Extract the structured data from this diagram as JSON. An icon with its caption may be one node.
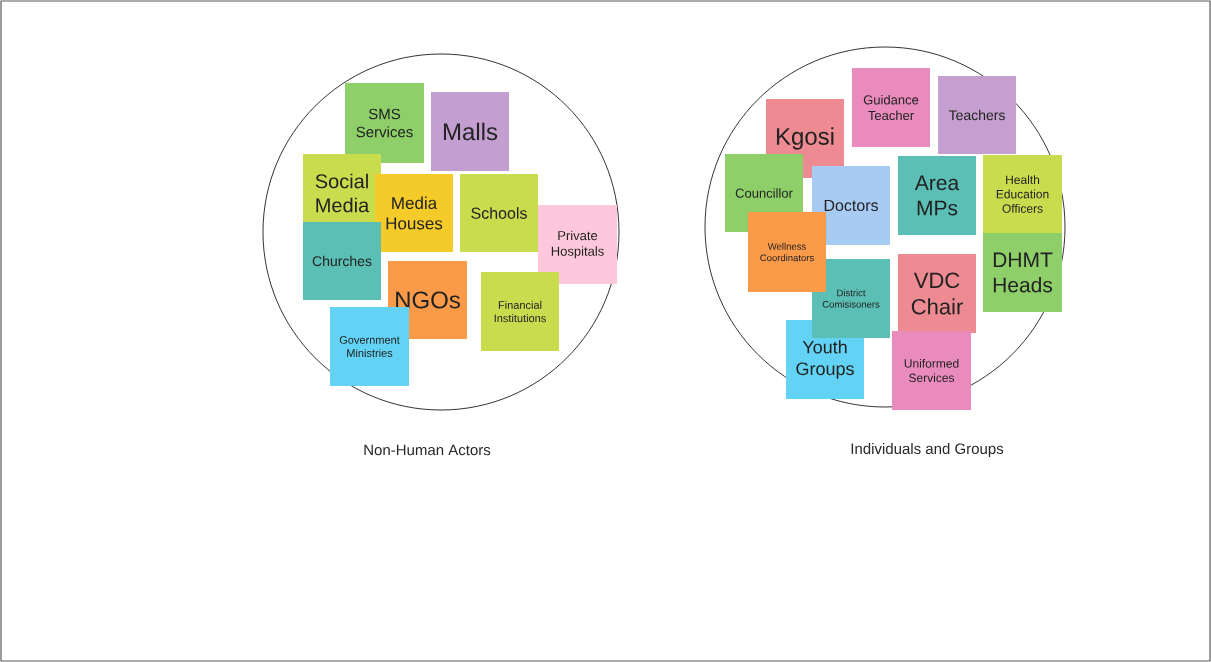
{
  "diagram": {
    "nodes": [
      {
        "text": [
          "Non-Human Actors"
        ]
      },
      {
        "text": [
          "SMS Services"
        ],
        "in": 0
      },
      {
        "text": [
          "Malls"
        ],
        "in": 0
      },
      {
        "text": [
          "Social Media"
        ],
        "in": 0
      },
      {
        "text": [
          "Media Houses"
        ],
        "in": 0
      },
      {
        "text": [
          "Schools"
        ],
        "in": 0
      },
      {
        "text": [
          "Private Hospitals"
        ],
        "in": 0
      },
      {
        "text": [
          "Churches"
        ],
        "in": 0
      },
      {
        "text": [
          "NGOs"
        ],
        "in": 0
      },
      {
        "text": [
          "Financial Institutions"
        ],
        "in": 0
      },
      {
        "text": [
          "Government Ministries"
        ],
        "in": 0
      },
      {
        "text": [
          "Individuals and Groups"
        ]
      },
      {
        "text": [
          "Guidance Teacher"
        ],
        "in": 11
      },
      {
        "text": [
          "Teachers"
        ],
        "in": 11
      },
      {
        "text": [
          "Kgosi"
        ],
        "in": 11
      },
      {
        "text": [
          "Councillor"
        ],
        "in": 11
      },
      {
        "text": [
          "Doctors"
        ],
        "in": 11
      },
      {
        "text": [
          "Area MPs"
        ],
        "in": 11
      },
      {
        "text": [
          "Health Education Officers"
        ],
        "in": 11
      },
      {
        "text": [
          "Wellness Coordinators"
        ],
        "in": 11
      },
      {
        "text": [
          "DHMT Heads"
        ],
        "in": 11
      },
      {
        "text": [
          "District Comisisoners"
        ],
        "in": 11
      },
      {
        "text": [
          "VDC Chair"
        ],
        "in": 11
      },
      {
        "text": [
          "Youth Groups"
        ],
        "in": 11
      },
      {
        "text": [
          "Uniformed Services"
        ],
        "in": 11
      }
    ]
  }
}
